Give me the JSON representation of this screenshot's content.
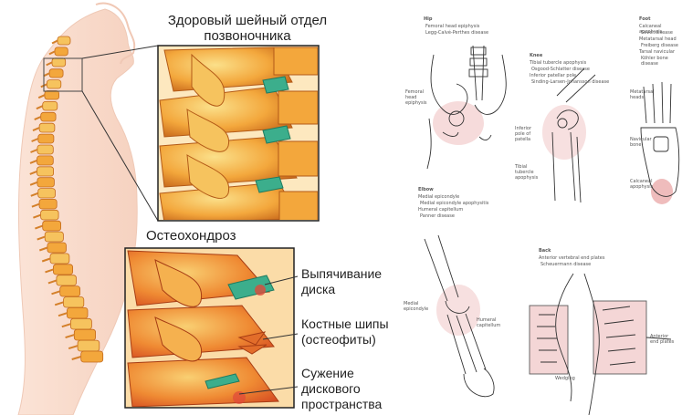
{
  "left": {
    "healthy_title_line1": "Здоровый шейный отдел",
    "healthy_title_line2": "позвоночника",
    "osteo_title": "Остеохондроз",
    "callouts": [
      {
        "line1": "Выпячивание",
        "line2": "диска"
      },
      {
        "line1": "Костные шипы",
        "line2": "(остеофиты)"
      },
      {
        "line1": "Сужение",
        "line2": "дискового",
        "line3": "пространства"
      }
    ]
  },
  "right": {
    "sections": [
      {
        "title": "Hip",
        "lines": [
          "Femoral head epiphysis",
          "Legg-Calvé-Perthes disease"
        ],
        "callout": "Femoral head epiphysis"
      },
      {
        "title": "Knee",
        "lines": [
          "Tibial tubercle apophysis",
          "Osgood-Schlatter disease",
          "Inferior patellar pole",
          "Sinding-Larsen-Johansson disease"
        ],
        "callouts": [
          "Inferior pole of patella",
          "Tibial tubercle apophysis"
        ]
      },
      {
        "title": "Foot",
        "lines": [
          "Calcaneal apophysis",
          "Sever disease",
          "Metatarsal head",
          "Freiberg disease",
          "Tarsal navicular",
          "Köhler bone disease"
        ],
        "callouts": [
          "Metatarsal heads",
          "Navicular bone",
          "Calcaneal apophysis"
        ]
      },
      {
        "title": "Elbow",
        "lines": [
          "Medial epicondyle",
          "Medial epicondyle apophysitis",
          "Humeral capitellum",
          "Panner disease"
        ],
        "callouts": [
          "Medial epicondyle",
          "Humeral capitellum"
        ]
      },
      {
        "title": "Back",
        "lines": [
          "Anterior vertebral end plates",
          "Scheuermann disease"
        ],
        "callouts": [
          "Anterior end plates",
          "Wedging"
        ]
      }
    ]
  },
  "colors": {
    "bone_orange": "#f2a23a",
    "bone_light": "#f8cf73",
    "bone_dark": "#c8641a",
    "disc_green": "#3cae8c",
    "inflamed_red": "#e0483a",
    "line_art": "#333333",
    "highlight_pink": "#e9b7b7"
  }
}
